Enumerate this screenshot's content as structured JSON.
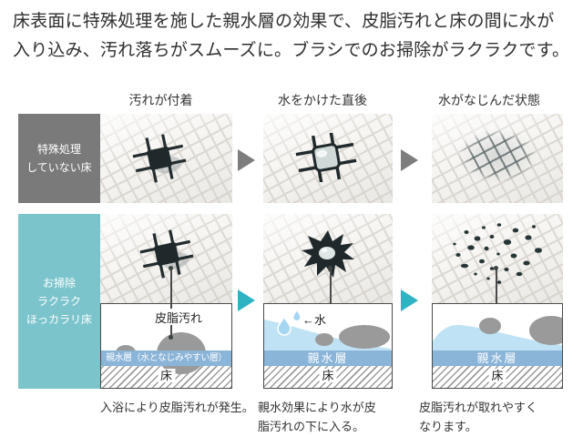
{
  "intro": {
    "line1": "床表面に特殊処理を施した親水層の効果で、皮脂汚れと床の間に水が",
    "line2": "入り込み、汚れ落ちがスムーズに。ブラシでのお掃除がラクラクです。"
  },
  "columns": [
    {
      "header": "汚れが付着",
      "caption": "入浴により皮脂汚れが発生。"
    },
    {
      "header": "水をかけた直後",
      "caption": "親水効果により水が皮脂汚れの下に入る。"
    },
    {
      "header": "水がなじんだ状態",
      "caption": "皮脂汚れが取れやすくなります。"
    }
  ],
  "rows": [
    {
      "lines": [
        "特殊処理",
        "していない床"
      ]
    },
    {
      "lines": [
        "お掃除",
        "ラクラク",
        "ほっカラリ床"
      ]
    }
  ],
  "labels": {
    "sebum": "皮脂汚れ",
    "water": "←水",
    "hydro_full": "親水層（水となじみやすい層）",
    "hydro": "親水層",
    "floor": "床"
  },
  "colors": {
    "row1_label_bg": "#7a7a7a",
    "row2_label_bg": "#7cc4cc",
    "arrow_gray": "#7d7d7d",
    "arrow_teal": "#2fb3c3",
    "hydro_band": "#8ab4d8",
    "water_fill": "#bfe2f4",
    "droplet_fill": "#a6d7f2",
    "sebum_blob": "#9a9a9a",
    "dirt_dark": "#1f292b"
  }
}
